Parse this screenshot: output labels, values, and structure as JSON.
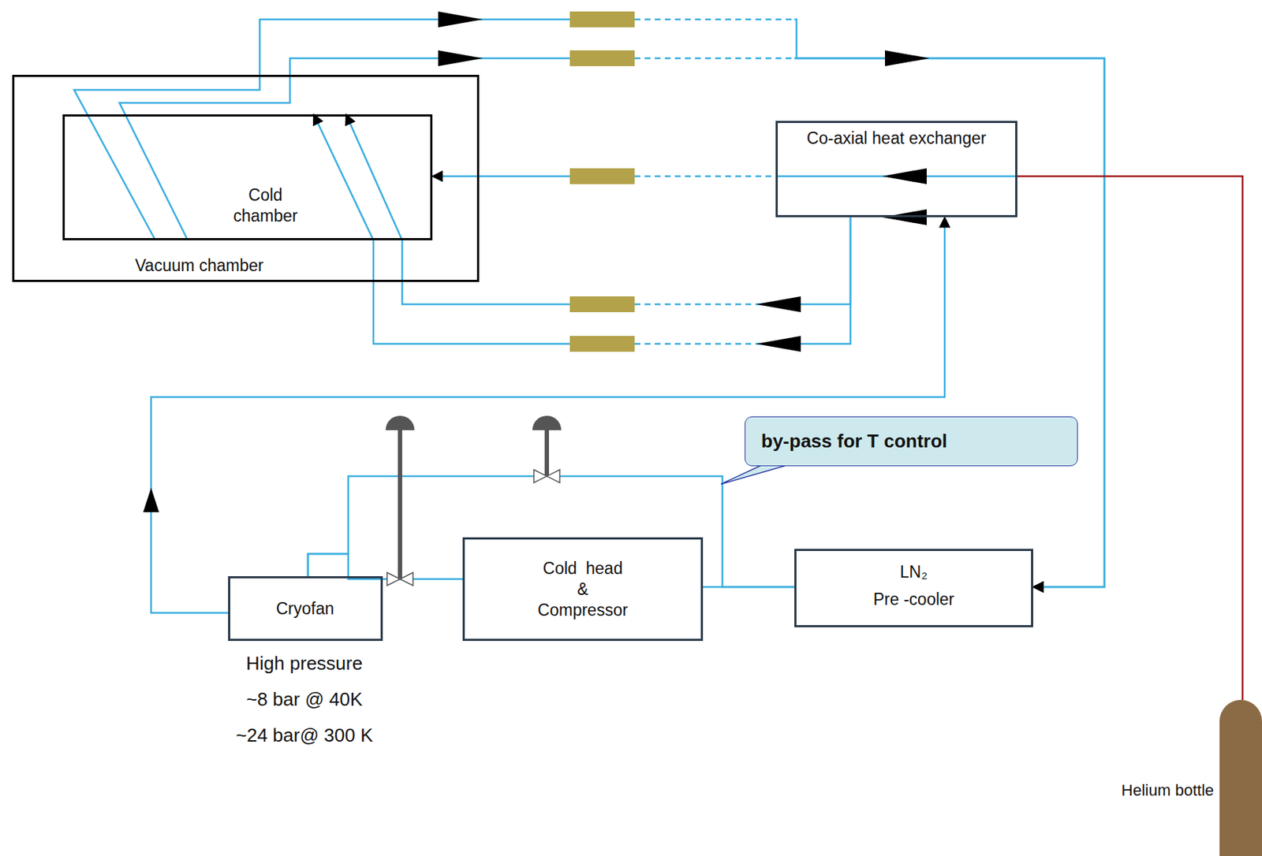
{
  "diagram": {
    "nodes": [
      {
        "text": [
          "Vacuum chamber"
        ]
      },
      {
        "text": [
          "Cold chamber"
        ],
        "in": 0
      },
      {
        "text": [
          "Co-axial heat exchanger"
        ]
      },
      {
        "text": [
          "Cryofan"
        ]
      },
      {
        "text": [
          "Cold head & Compressor"
        ]
      },
      {
        "text": [
          "LN₂",
          "Pre -cooler"
        ]
      },
      {
        "text": [
          "Helium bottle"
        ]
      }
    ],
    "edges": [
      {
        "from": 1,
        "to": 5,
        "arrow": "to"
      },
      {
        "from": 1,
        "to": 5,
        "arrow": "to"
      },
      {
        "from": 2,
        "to": 1,
        "arrow": "to"
      },
      {
        "from": 2,
        "to": 1,
        "arrow": "to"
      },
      {
        "from": 2,
        "to": 1,
        "arrow": "to"
      },
      {
        "from": 3,
        "to": 2,
        "arrow": "to"
      },
      {
        "from": 5,
        "to": 4,
        "arrow": "none"
      },
      {
        "from": 4,
        "to": 3,
        "arrow": "none"
      },
      {
        "from": 5,
        "to": 3,
        "arrow": "none"
      },
      {
        "from": 6,
        "to": 2,
        "arrow": "none"
      }
    ],
    "labels": [
      "by-pass for T control",
      "High pressure",
      "~8 bar @ 40K",
      "~24 bar@ 300 K"
    ]
  }
}
